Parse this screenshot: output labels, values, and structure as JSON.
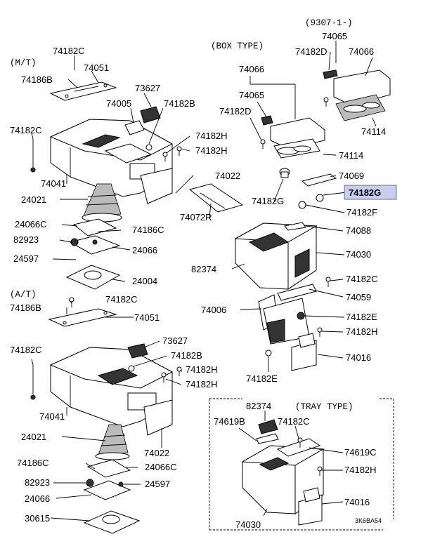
{
  "headers": {
    "mt": "(M/T)",
    "at": "(A/T)",
    "box_type": "(BOX TYPE)",
    "tray_type": "(TRAY TYPE)",
    "date_code": "(9307·1-)"
  },
  "labels": {
    "p74182c_a": "74182C",
    "p74186b_a": "74186B",
    "p74051_a": "74051",
    "p73627_a": "73627",
    "p74005": "74005",
    "p74182b_a": "74182B",
    "p74182c_b": "74182C",
    "p74182h_a": "74182H",
    "p74182h_b": "74182H",
    "p74041_a": "74041",
    "p24021_a": "24021",
    "p74022_a": "74022",
    "p24066c_a": "24066C",
    "p74186c_a": "74186C",
    "p82923_a": "82923",
    "p24066_a": "24066",
    "p24597_a": "24597",
    "p24004": "24004",
    "p74072r": "74072R",
    "p74066_box": "74066",
    "p74065_box": "74065",
    "p74182d_box": "74182D",
    "p74114_box": "74114",
    "p74069": "74069",
    "p74182g_a": "74182G",
    "p74182g_b": "74182G",
    "p74182f": "74182F",
    "p74065_new": "74065",
    "p74182d_new": "74182D",
    "p74066_new": "74066",
    "p74114_new": "74114",
    "p74088": "74088",
    "p74030_a": "74030",
    "p82374_a": "82374",
    "p74182c_c": "74182C",
    "p74059": "74059",
    "p74006": "74006",
    "p74182e_a": "74182E",
    "p74182h_c": "74182H",
    "p74016_a": "74016",
    "p74182e_b": "74182E",
    "p74182c_d": "74182C",
    "p74186b_b": "74186B",
    "p74051_b": "74051",
    "p73627_b": "73627",
    "p74182c_e": "74182C",
    "p74182b_b": "74182B",
    "p74182h_d": "74182H",
    "p74182h_e": "74182H",
    "p74041_b": "74041",
    "p24021_b": "24021",
    "p74022_b": "74022",
    "p74186c_b": "74186C",
    "p24066c_b": "24066C",
    "p82923_b": "82923",
    "p24597_b": "24597",
    "p24066_b": "24066",
    "p30615": "30615",
    "p82374_b": "82374",
    "p74619b": "74619B",
    "p74182c_f": "74182C",
    "p74619c": "74619C",
    "p74182h_f": "74182H",
    "p74016_b": "74016",
    "p74030_b": "74030"
  },
  "figure_code": "3K6BA54",
  "highlight_color": "#c9cdf0"
}
